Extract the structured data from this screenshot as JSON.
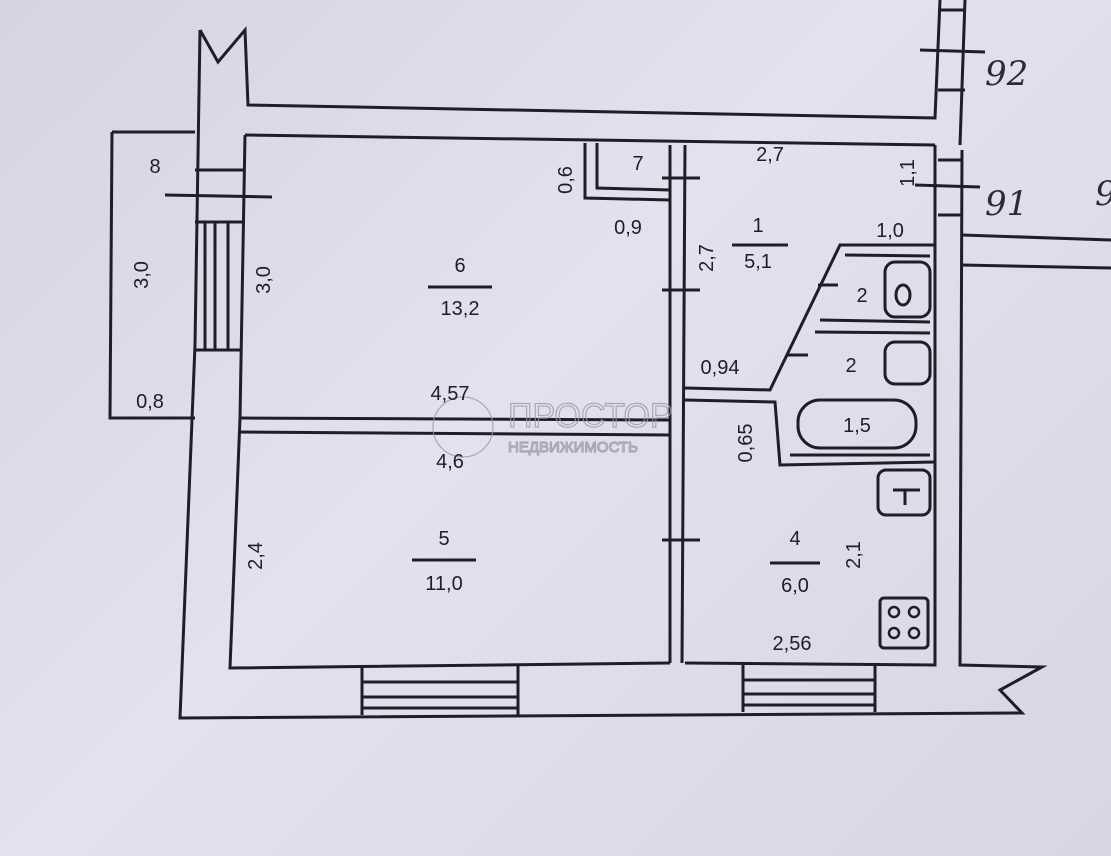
{
  "rooms": {
    "r1": {
      "num": "1",
      "area": "5,1"
    },
    "r2a": {
      "num": "2"
    },
    "r2b": {
      "num": "2",
      "bath": "1,5"
    },
    "r4": {
      "num": "4",
      "area": "6,0"
    },
    "r5": {
      "num": "5",
      "area": "11,0"
    },
    "r6": {
      "num": "6",
      "area": "13,2"
    },
    "r7": {
      "num": "7"
    },
    "r8": {
      "num": "8"
    }
  },
  "dims": {
    "balcony_len": "3,0",
    "balcony_depth": "0,8",
    "r6_wall": "3,0",
    "r7_h": "0,6",
    "r7_w": "0,9",
    "r6_width": "4,57",
    "r5_width": "4,6",
    "r5_depth": "2,4",
    "r1_left": "2,7",
    "r1_top": "2,7",
    "r1_right": "1,1",
    "wc_w": "1,0",
    "corr": "0,94",
    "corr_h": "0,65",
    "r4_h": "2,1",
    "r4_w": "2,56"
  },
  "axes": {
    "a92": "92",
    "a91": "91",
    "partial": "9"
  },
  "watermark": {
    "line1": "ПРОСТОР",
    "line2": "НЕДВИЖИМОСТЬ"
  }
}
